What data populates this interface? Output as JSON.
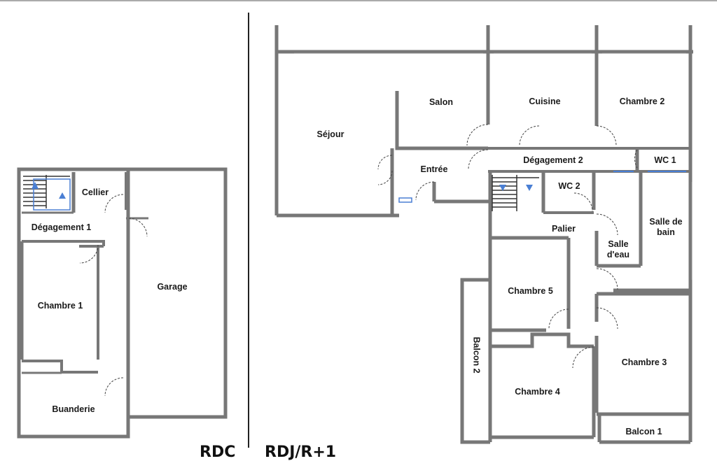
{
  "rooms": {
    "cellier": "Cellier",
    "degagement1": "Dégagement 1",
    "chambre1": "Chambre 1",
    "garage": "Garage",
    "buanderie": "Buanderie",
    "sejour": "Séjour",
    "salon": "Salon",
    "cuisine": "Cuisine",
    "chambre2": "Chambre 2",
    "entree": "Entrée",
    "degagement2": "Dégagement 2",
    "wc1": "WC 1",
    "wc2": "WC 2",
    "palier": "Palier",
    "salle_bain": "Salle de bain",
    "salle_eau": "Salle d'eau",
    "chambre5": "Chambre 5",
    "chambre3": "Chambre 3",
    "chambre4": "Chambre 4",
    "balcon2": "Balcon 2",
    "balcon1": "Balcon 1"
  },
  "levels": {
    "rdc": "RDC",
    "rdj": "RDJ/R+1"
  },
  "colors": {
    "wall": "#7a7a7a",
    "wall_fill": "#9a9a9a",
    "stair_arrow": "#4a7fd4"
  }
}
